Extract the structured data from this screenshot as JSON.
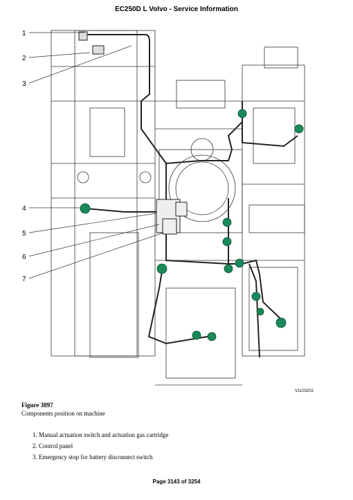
{
  "header": {
    "title": "EC250D L Volvo - Service Information"
  },
  "figure": {
    "callouts": [
      "1",
      "2",
      "3",
      "4",
      "5",
      "6",
      "7"
    ],
    "image_code": "V1103202",
    "title": "Figure 3897",
    "caption": "Components position on machine"
  },
  "list": {
    "items": [
      "1. Manual actuation switch and actuation gas cartridge",
      "2. Control panel",
      "3. Emergency stop for battery disconnect switch"
    ]
  },
  "footer": {
    "page": "Page 3143 of 3254"
  },
  "colors": {
    "highlight": "#1a8a5a",
    "line": "#222222"
  }
}
